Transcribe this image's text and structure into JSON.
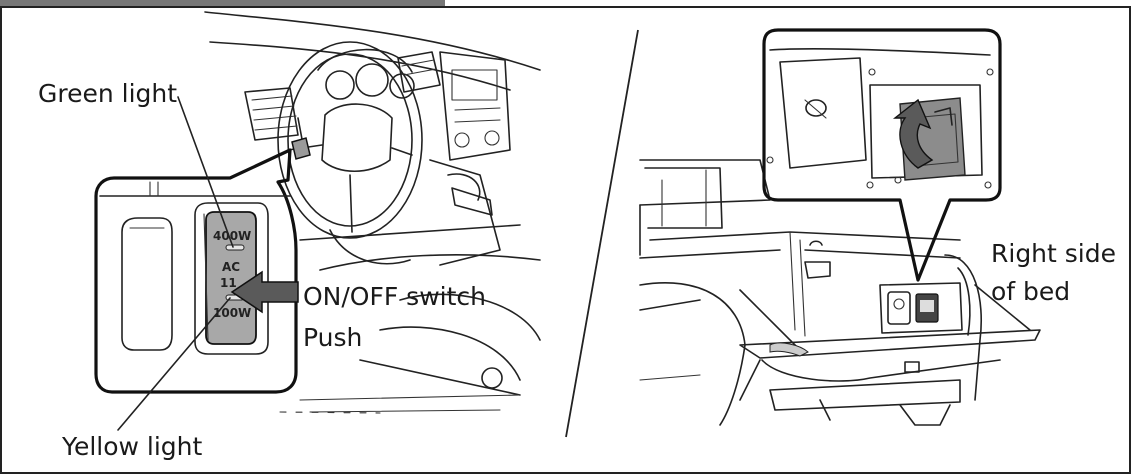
{
  "labels": {
    "green_light": "Green light",
    "on_off_switch": "ON/OFF switch",
    "push": "Push",
    "yellow_light": "Yellow light",
    "right_side_line1": "Right side",
    "right_side_line2": "of bed"
  },
  "switch_panel": {
    "top_rating": "400W",
    "ac_text": "AC",
    "voltage_partial": "11",
    "bottom_rating": "100W"
  },
  "colors": {
    "header_bar": "#777777",
    "line_art": "#222222",
    "cover_fill": "#8c8c8c",
    "arrow_fill": "#5a5a5a",
    "switch_fill": "#a8a8a8"
  }
}
